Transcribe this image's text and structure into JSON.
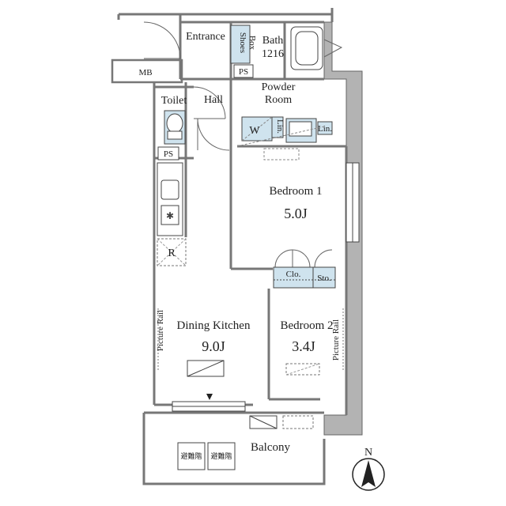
{
  "rooms": {
    "entrance": "Entrance",
    "shoes_box_line1": "Shoes",
    "shoes_box_line2": "Box",
    "bath": "Bath",
    "bath_size": "1216",
    "mb": "MB",
    "ps_top": "PS",
    "ps_toilet": "PS",
    "toilet": "Toilet",
    "hall": "Hall",
    "powder_line1": "Powder",
    "powder_line2": "Room",
    "washer": "W",
    "linen_1": "Lin.",
    "linen_2": "Lin.",
    "bedroom1": "Bedroom 1",
    "bedroom1_size": "5.0J",
    "closet": "Clo.",
    "storage": "Sto.",
    "refrigerator": "R",
    "dining_kitchen": "Dining Kitchen",
    "dining_kitchen_size": "9.0J",
    "bedroom2": "Bedroom 2",
    "bedroom2_size": "3.4J",
    "picture_rail_left": "Picture Rail",
    "picture_rail_right": "Picture Rail",
    "balcony": "Balcony",
    "evac_1": "避難階",
    "evac_2": "避難階"
  },
  "compass": {
    "label": "N"
  },
  "colors": {
    "wall": "#8a8a8a",
    "column": "#b3b3b3",
    "fixture_fill": "#cfe3ee",
    "line": "#555555"
  }
}
